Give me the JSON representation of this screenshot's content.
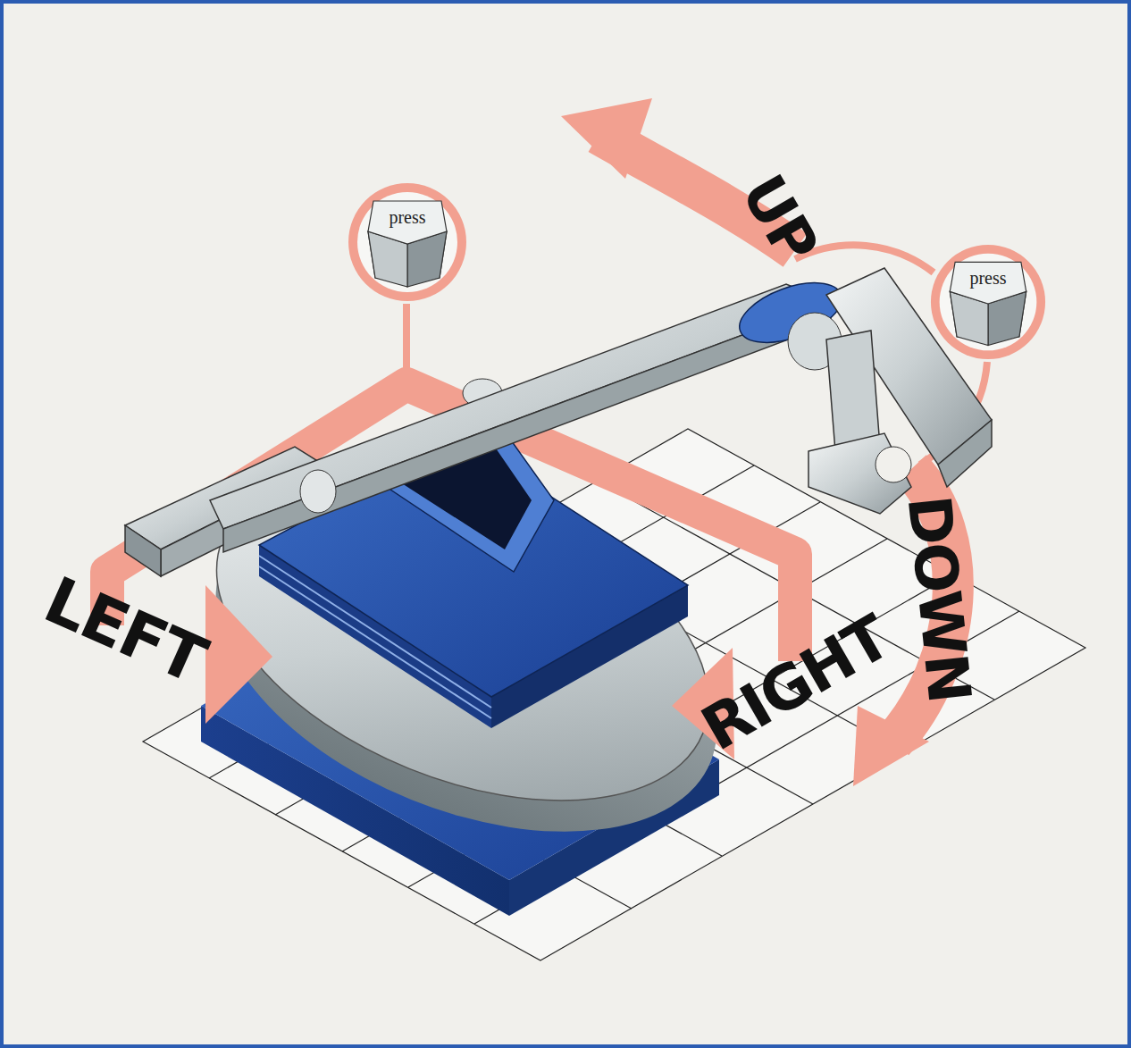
{
  "diagram": {
    "nodes": [
      {
        "text": [
          "press"
        ]
      },
      {
        "text": [
          "press"
        ]
      }
    ],
    "labels": [
      "UP",
      "DOWN",
      "LEFT",
      "RIGHT"
    ]
  }
}
